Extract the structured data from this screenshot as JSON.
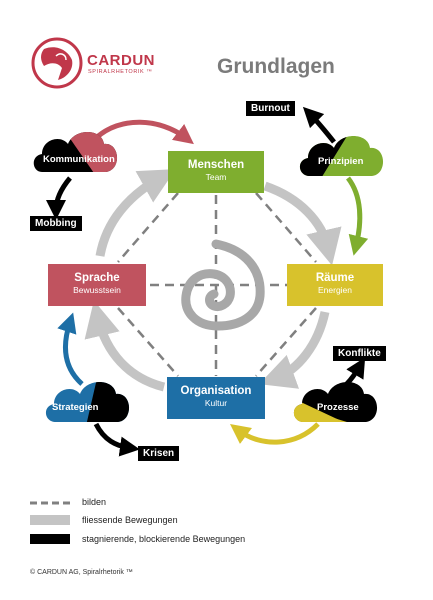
{
  "header": {
    "brand": "CARDUN",
    "brand_sub": "SPIRALRHETORIK ™",
    "title": "Grundlagen"
  },
  "nodes": {
    "menschen": {
      "label": "Menschen",
      "sub": "Team",
      "color": "#7fae2f"
    },
    "raeume": {
      "label": "Räume",
      "sub": "Energien",
      "color": "#d8c22c"
    },
    "organisation": {
      "label": "Organisation",
      "sub": "Kultur",
      "color": "#1e6fa6"
    },
    "sprache": {
      "label": "Sprache",
      "sub": "Bewusstsein",
      "color": "#c0535f"
    }
  },
  "clouds": {
    "kommunikation": "Kommunikation",
    "prinzipien": "Prinzipien",
    "strategien": "Strategien",
    "prozesse": "Prozesse"
  },
  "tags": {
    "burnout": "Burnout",
    "mobbing": "Mobbing",
    "konflikte": "Konflikte",
    "krisen": "Krisen"
  },
  "legend": {
    "dashed": "bilden",
    "grey": "fliessende Bewegungen",
    "black": "stagnierende, blockierende Bewegungen"
  },
  "footer": {
    "copyright": "© CARDUN AG, Spiralrhetorik ™"
  },
  "colors": {
    "grey_arrow": "#c4c4c4",
    "dash": "#808080",
    "logo": "#c0374a",
    "spiral": "#a8a8a8"
  }
}
